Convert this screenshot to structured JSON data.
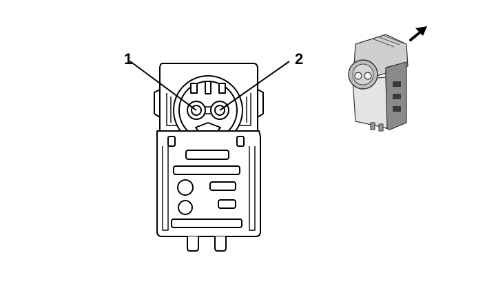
{
  "callouts": [
    {
      "id": "1",
      "label": "1"
    },
    {
      "id": "2",
      "label": "2"
    }
  ],
  "colors": {
    "line": "#000000",
    "background": "#ffffff",
    "thumb_body": "#d8d8d8",
    "thumb_dark": "#6e6e6e"
  },
  "icons": {
    "orientation_arrow": "arrow-up-right-icon"
  }
}
